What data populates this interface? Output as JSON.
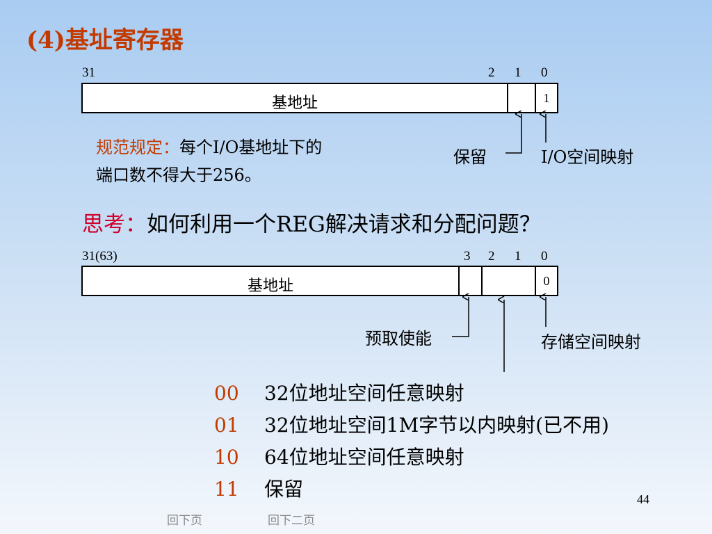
{
  "title": "(4)基址寄存器",
  "reg1": {
    "bit_labels": [
      "31",
      "2",
      "1",
      "0"
    ],
    "field_label": "基地址",
    "bit0_value": "1",
    "reserved_label": "保留",
    "io_label": "I/O空间映射"
  },
  "rule": {
    "head": "规范规定：",
    "text1": "每个I/O基地址下的",
    "text2": "端口数不得大于256。"
  },
  "think": {
    "head": "思考：",
    "text": "如何利用一个REG解决请求和分配问题？"
  },
  "reg2": {
    "bit_labels": [
      "31(63)",
      "3",
      "2",
      "1",
      "0"
    ],
    "field_label": "基地址",
    "bit0_value": "0",
    "prefetch_label": "预取使能",
    "mem_label": "存储空间映射"
  },
  "codes": [
    {
      "code": "00",
      "desc": "32位地址空间任意映射"
    },
    {
      "code": "01",
      "desc": "32位地址空间1M字节以内映射(已不用)"
    },
    {
      "code": "10",
      "desc": "64位地址空间任意映射"
    },
    {
      "code": "11",
      "desc": "保留"
    }
  ],
  "page_number": "44",
  "nav": {
    "next": "回下页",
    "next2": "回下二页"
  }
}
